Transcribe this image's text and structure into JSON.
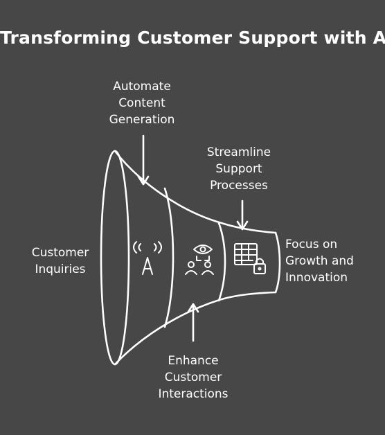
{
  "title": "Transforming Customer Support with AI",
  "input_label": "Customer\nInquiries",
  "output_label": "Focus on\nGrowth and\nInnovation",
  "stages": [
    {
      "label": "Automate\nContent\nGeneration",
      "icon": "ai-signal-icon"
    },
    {
      "label": "Enhance\nCustomer\nInteractions",
      "icon": "eye-people-icon"
    },
    {
      "label": "Streamline\nSupport\nProcesses",
      "icon": "table-lock-icon"
    }
  ],
  "colors": {
    "background": "#474747",
    "stroke": "#ffffff",
    "text": "#ffffff"
  }
}
